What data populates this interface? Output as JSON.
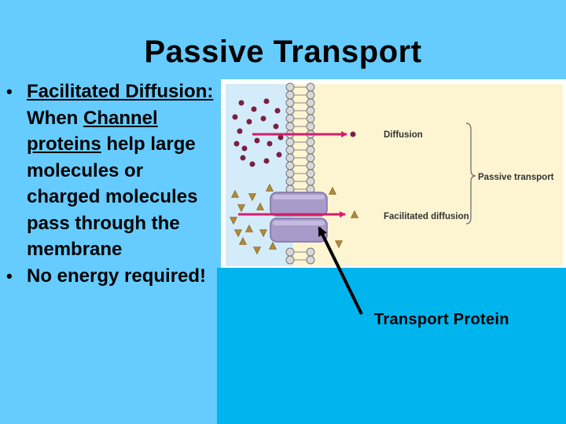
{
  "slide": {
    "title": "Passive Transport",
    "bullets": [
      {
        "underlined": "Facilitated Diffusion:",
        "rest": " When ",
        "underlined2": "Channel proteins",
        "rest2": " help large molecules or charged molecules pass through the membrane"
      },
      {
        "text": "No energy required!"
      }
    ],
    "annotation": "Transport Protein"
  },
  "figure": {
    "labels": {
      "diffusion": "Diffusion",
      "facilitated": "Facilitated diffusion",
      "passive": "Passive transport"
    },
    "colors": {
      "extracellular": "#d4ecf9",
      "cytoplasm": "#fdf5d2",
      "molecule": "#7a2040",
      "ion": "#b08838",
      "arrow": "#d81b6a",
      "protein": "#a89ac9"
    }
  }
}
